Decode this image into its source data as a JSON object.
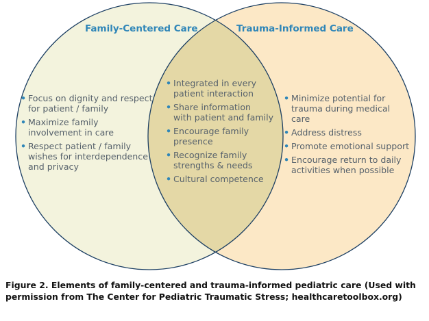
{
  "colors": {
    "left_circle_fill": "#f3f3dd",
    "right_circle_fill": "#fce8c6",
    "overlap_fill": "#e4d8a6",
    "circle_stroke": "#1c3f63",
    "title_color": "#2f86b8",
    "bullet_color": "#2f86b8",
    "text_color": "#56616b"
  },
  "venn": {
    "left": {
      "title": "Family-Centered Care",
      "items": [
        "Focus on dignity and respect\nfor patient / family",
        "Maximize family\ninvolvement in care",
        "Respect patient / family\nwishes for interdependence\nand privacy"
      ]
    },
    "right": {
      "title": "Trauma-Informed Care",
      "items": [
        "Minimize potential for\ntrauma during medical\ncare",
        "Address distress",
        "Promote emotional support",
        "Encourage return to daily\nactivities when possible"
      ]
    },
    "overlap": {
      "items": [
        "Integrated in every\npatient interaction",
        "Share information\nwith patient and family",
        "Encourage family\npresence",
        "Recognize family\nstrengths & needs",
        "Cultural competence"
      ]
    },
    "bullet_glyph": "•"
  },
  "caption": "Figure 2. Elements of family-centered and trauma-informed pediatric care (Used with\npermission from The Center for Pediatric Traumatic Stress; healthcaretoolbox.org)"
}
